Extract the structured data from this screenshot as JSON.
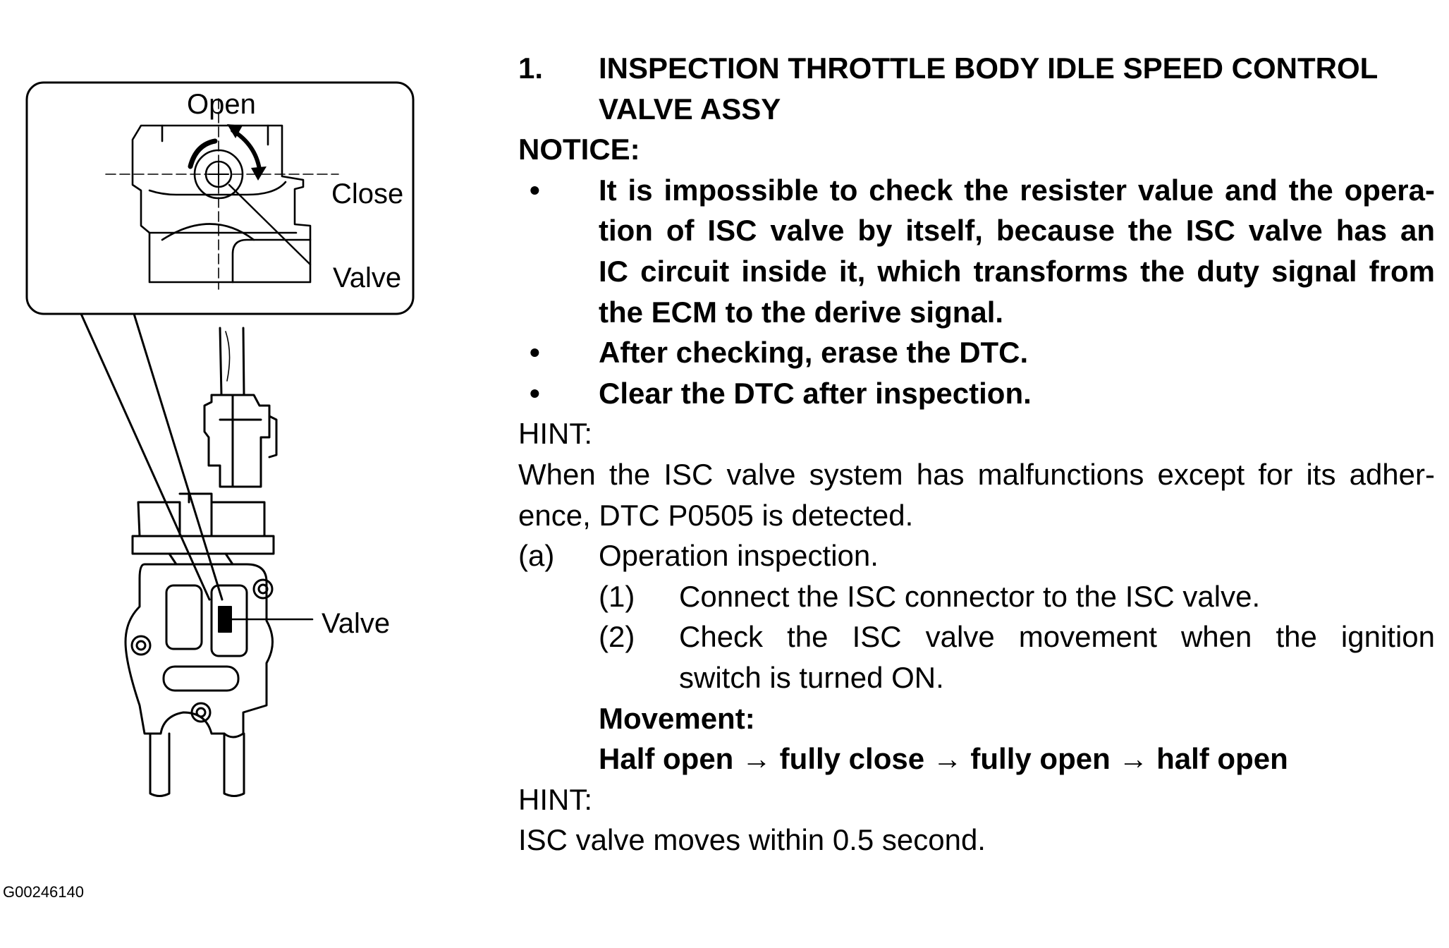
{
  "figure": {
    "labels": {
      "open": "Open",
      "close": "Close",
      "valve_inset": "Valve",
      "valve_body": "Valve"
    },
    "code": "G00246140"
  },
  "section": {
    "number": "1.",
    "title_line1": "INSPECTION THROTTLE BODY IDLE SPEED CONTROL",
    "title_line2": "VALVE ASSY"
  },
  "notice": {
    "label": "NOTICE:",
    "bullet_symbol": "•",
    "item1_lines": [
      "It is impossible to check the resister value and the opera-",
      "tion of ISC valve by itself, because the ISC valve has an",
      "IC circuit inside it, which transforms the duty signal from",
      "the ECM to the derive signal."
    ],
    "item2": "After checking, erase the DTC.",
    "item3": "Clear the DTC after inspection."
  },
  "hint1": {
    "label": "HINT:",
    "line1": "When the ISC valve system has malfunctions except for its adher-",
    "line2": "ence, DTC P0505 is detected."
  },
  "step_a": {
    "marker": "(a)",
    "text": "Operation inspection."
  },
  "substeps": {
    "s1_marker": "(1)",
    "s1_text": "Connect the ISC connector to the ISC valve.",
    "s2_marker": "(2)",
    "s2_line1": "Check the ISC valve movement when the ignition",
    "s2_line2": "switch is turned ON."
  },
  "movement": {
    "label": "Movement:",
    "sequence": "Half open → fully close → fully open → half open"
  },
  "hint2": {
    "label": "HINT:",
    "text": "ISC valve moves within 0.5 second."
  }
}
